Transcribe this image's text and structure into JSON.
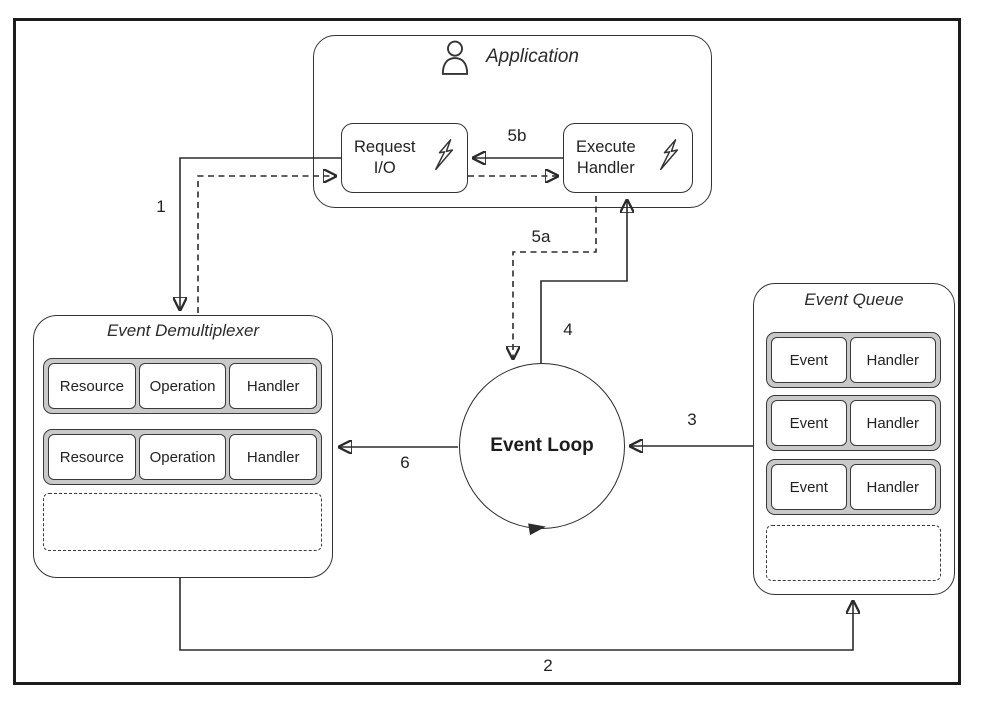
{
  "application": {
    "title": "Application",
    "request_io": {
      "line1": "Request",
      "line2": "I/O"
    },
    "execute_handler": {
      "line1": "Execute",
      "line2": "Handler"
    }
  },
  "event_demultiplexer": {
    "title": "Event Demultiplexer",
    "rows": [
      [
        "Resource",
        "Operation",
        "Handler"
      ],
      [
        "Resource",
        "Operation",
        "Handler"
      ]
    ]
  },
  "event_queue": {
    "title": "Event Queue",
    "rows": [
      [
        "Event",
        "Handler"
      ],
      [
        "Event",
        "Handler"
      ],
      [
        "Event",
        "Handler"
      ]
    ]
  },
  "event_loop": {
    "title": "Event Loop"
  },
  "arrow_labels": {
    "s1": "1",
    "s2": "2",
    "s3": "3",
    "s4": "4",
    "s5a": "5a",
    "s5b": "5b",
    "s6": "6"
  },
  "icons": {
    "person": "person-icon",
    "lightning": "lightning-icon"
  },
  "colors": {
    "line": "#2b2b2b",
    "row_fill": "#c9c9c9",
    "frame": "#1c1c1c",
    "box_border": "#333333",
    "background": "#ffffff"
  }
}
